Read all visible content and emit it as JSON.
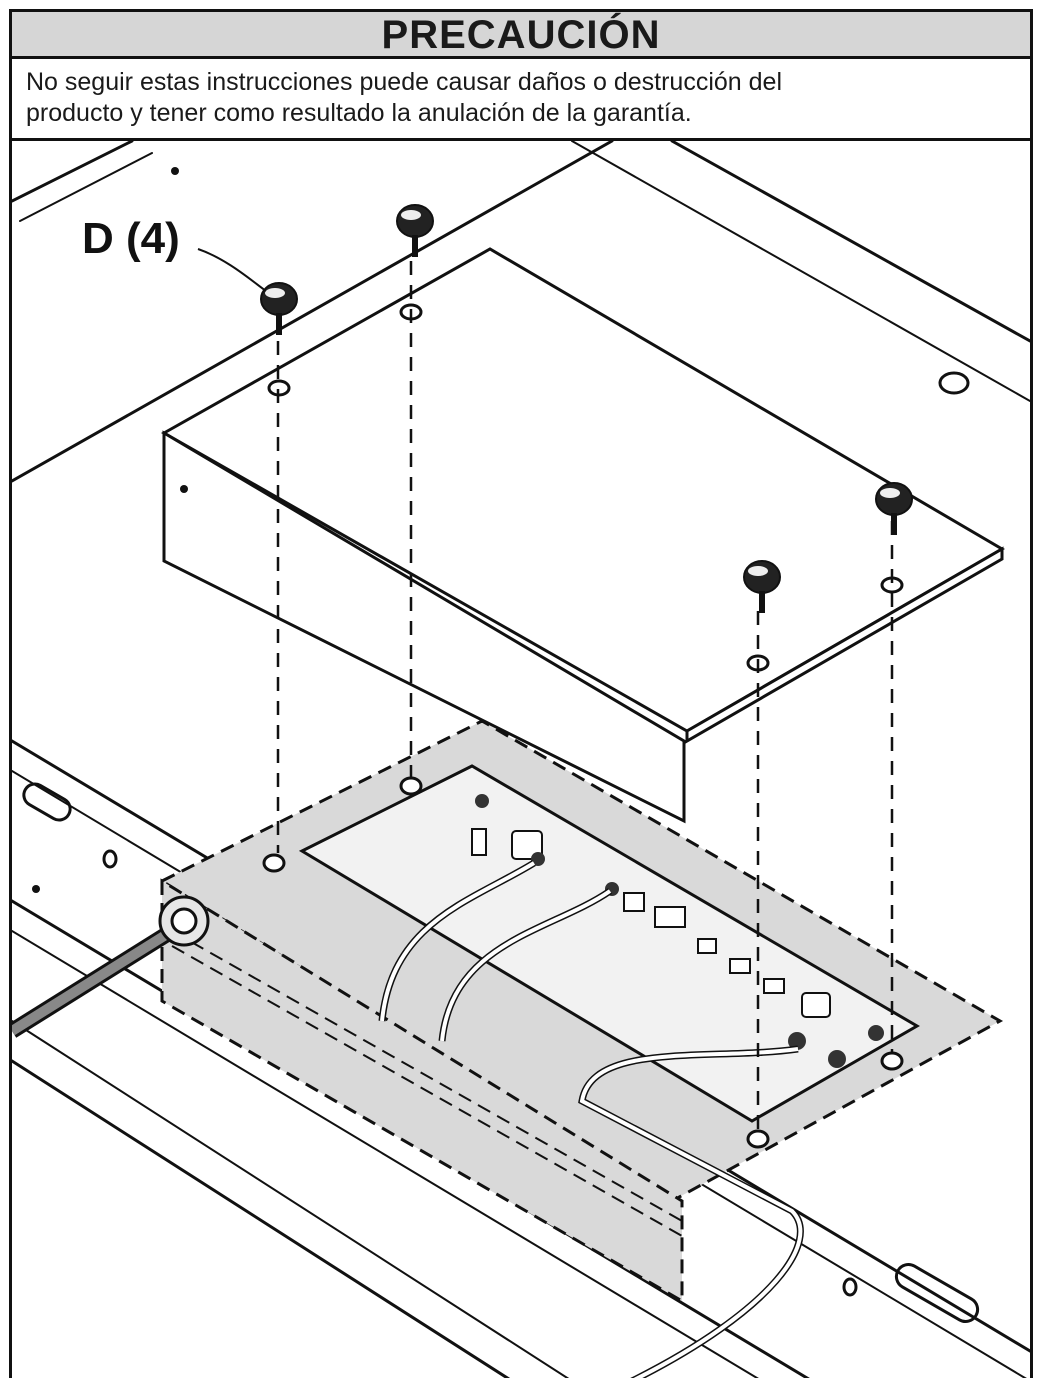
{
  "caution": {
    "title": "PRECAUCIÓN",
    "text_lines": [
      "No seguir estas instrucciones puede causar daños o destrucción del",
      "producto y tener como resultado la anulación de la garantía."
    ]
  },
  "callouts": {
    "screws_label": "D (4)"
  },
  "colors": {
    "header_bg": "#d6d6d6",
    "line": "#111111",
    "panel_fill": "#d9d9d9"
  },
  "icons": [
    "thumb-screw-icon",
    "screw-hole-icon",
    "cable-gland-icon"
  ]
}
